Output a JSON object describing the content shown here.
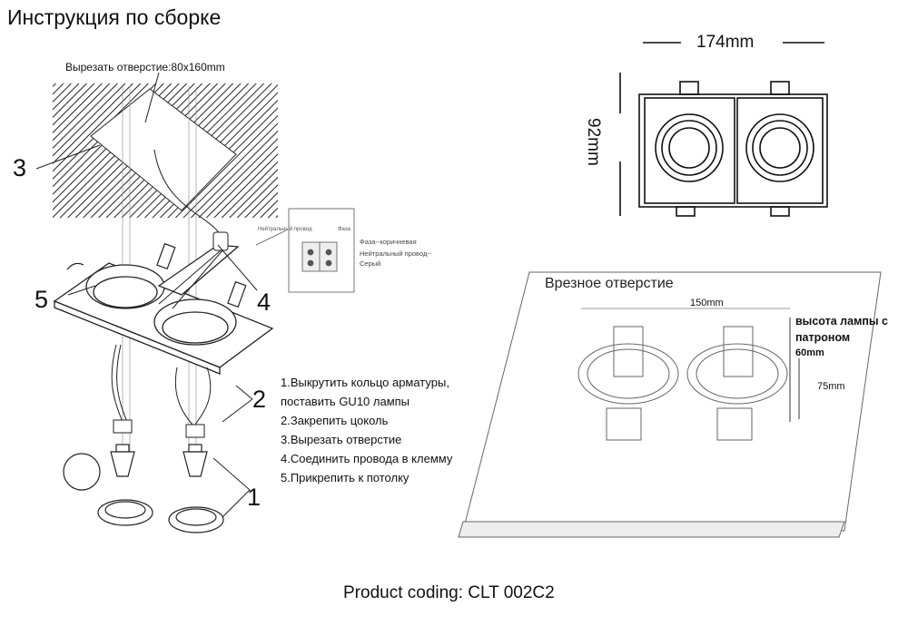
{
  "title": "Инструкция по сборке",
  "cutout_label": "Вырезать отверстие:80х160mm",
  "wiring": {
    "phase": "Фаза--коричневая",
    "neutral": "Нейтральный провод--Серый",
    "neutral_small": "Нейтральный провод",
    "phase_small": "Фаза"
  },
  "callouts": {
    "c1": "1",
    "c2": "2",
    "c3": "3",
    "c4": "4",
    "c5": "5"
  },
  "steps": [
    "1.Выкрутить кольцо арматуры,",
    "поставить GU10 лампы",
    "2.Закрепить цоколь",
    "3.Вырезать отверстие",
    "4.Соединить провода в клемму",
    "5.Прикрепить к потолку"
  ],
  "dimensions": {
    "width": "174mm",
    "height": "92mm"
  },
  "inset": {
    "title": "Врезное отверстие",
    "d150": "150mm",
    "lamp_height": "высота лампы с патроном",
    "d60": "60mm",
    "d75": "75mm"
  },
  "product_coding": "Product coding: CLT 002C2"
}
